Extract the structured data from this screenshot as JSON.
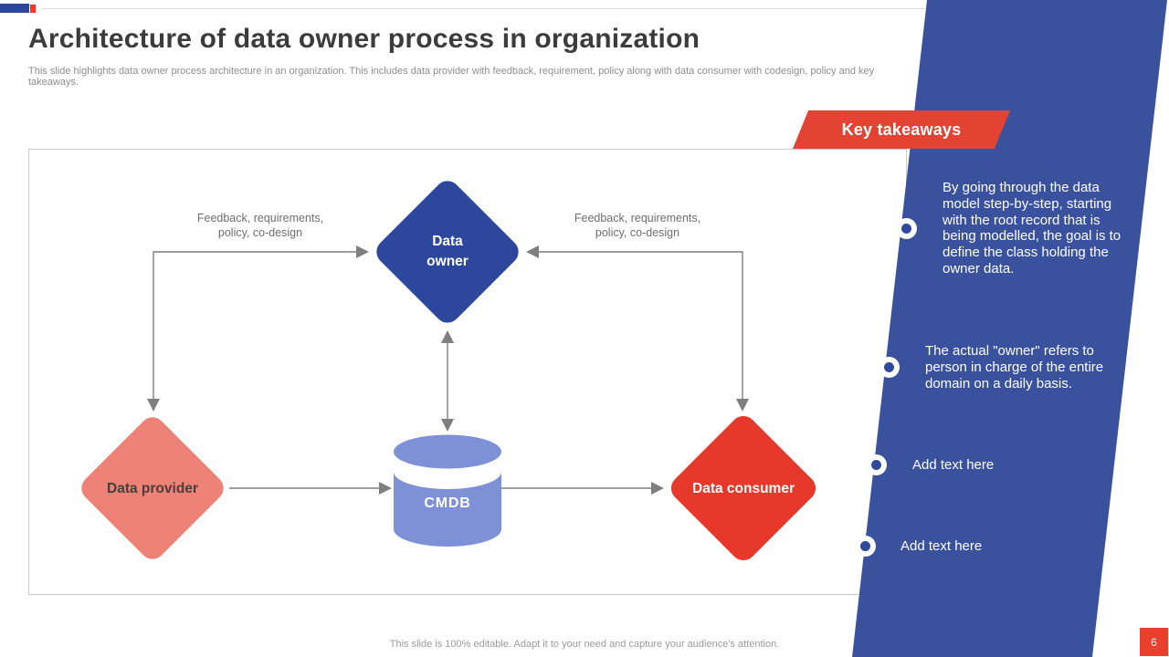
{
  "slide": {
    "title": "Architecture of data owner process in organization",
    "subtitle": "This slide highlights data owner process architecture in an organization. This includes data provider with feedback, requirement, policy along  with data consumer with codesign, policy and key takeaways.",
    "footer_note": "This slide is 100% editable.  Adapt it to your need and capture your audience's attention.",
    "page_number": "6"
  },
  "diagram": {
    "nodes": {
      "data_owner": {
        "label": "Data owner",
        "color": "#2c479c",
        "shape": "diamond"
      },
      "data_provider": {
        "label": "Data provider",
        "color": "#ee8277",
        "shape": "diamond"
      },
      "data_consumer": {
        "label": "Data consumer",
        "color": "#e6392b",
        "shape": "diamond"
      },
      "cmdb": {
        "label": "CMDB",
        "color": "#7e90d6",
        "shape": "cylinder"
      }
    },
    "edge_labels": {
      "provider_to_owner": "Feedback, requirements, policy, co-design",
      "consumer_to_owner": "Feedback, requirements, policy, co-design"
    }
  },
  "takeaways": {
    "header": "Key takeaways",
    "panel_color": "#3a529e",
    "banner_color": "#e24333",
    "items": [
      {
        "text": "By going through the data model step-by-step, starting with the root record that is being modelled, the goal is to define the class holding the owner data."
      },
      {
        "text": "The actual \"owner\" refers to person in charge of the entire domain on a daily basis."
      },
      {
        "text": "Add text here"
      },
      {
        "text": "Add text here"
      }
    ]
  }
}
